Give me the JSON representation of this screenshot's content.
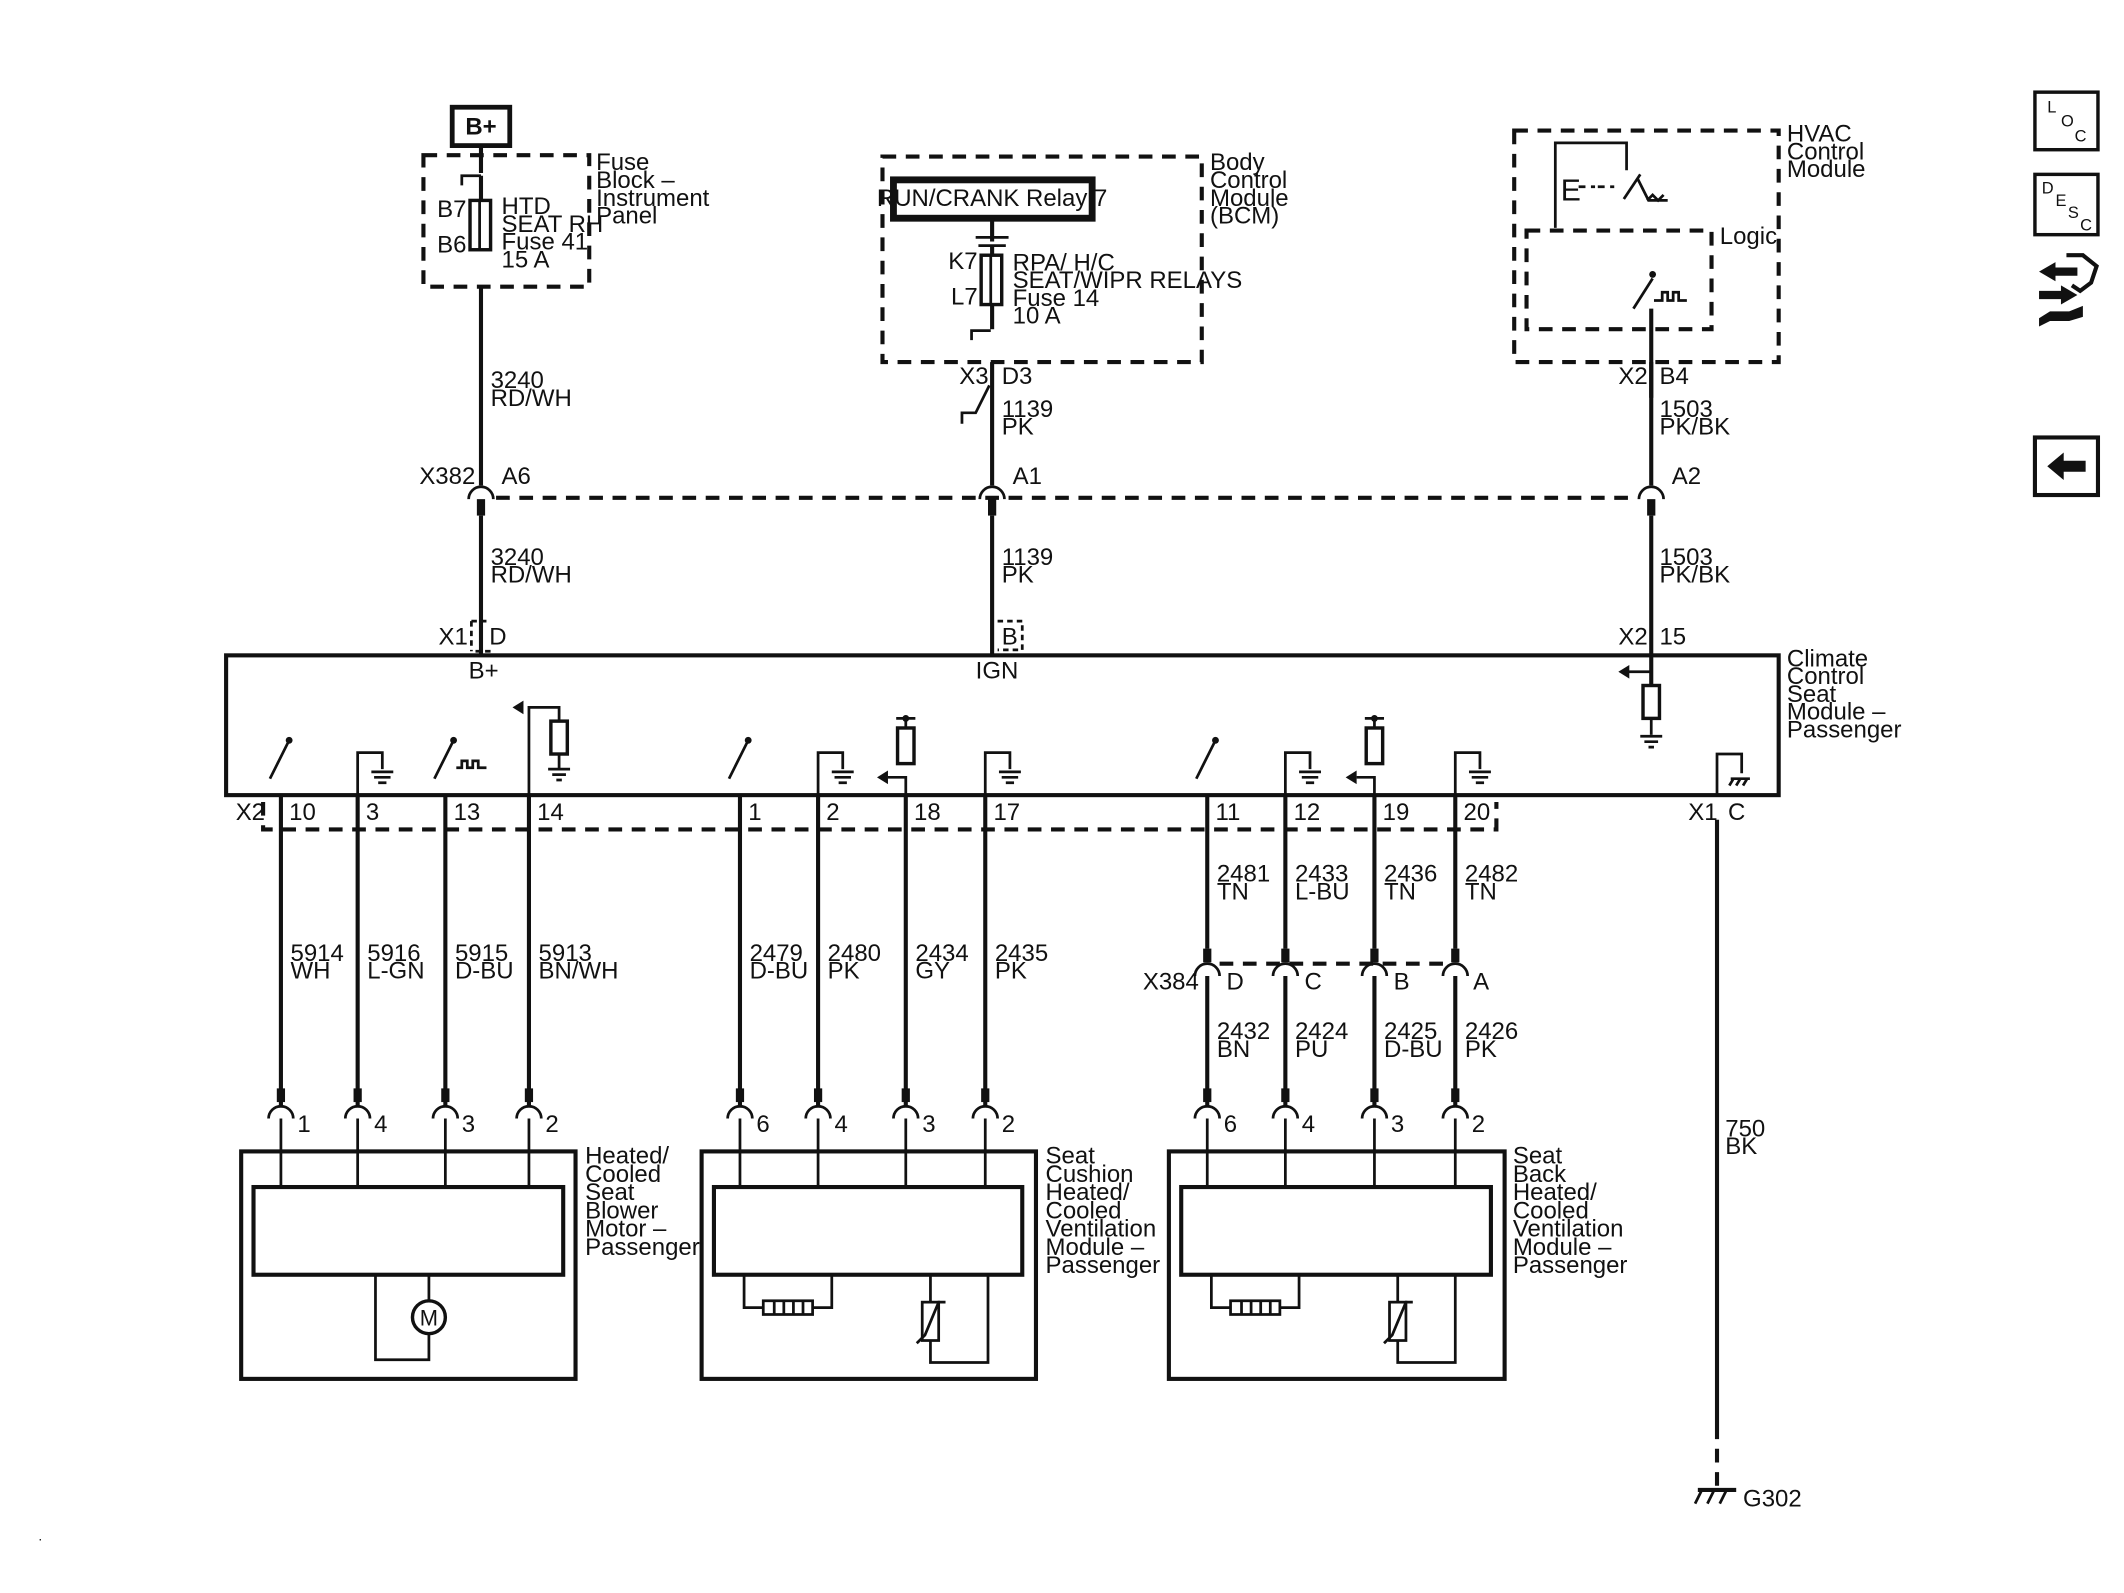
{
  "top": {
    "bplus": "B+",
    "fuse_block": [
      "Fuse",
      "Block –",
      "Instrument",
      "Panel"
    ],
    "fuse_pins": [
      "B7",
      "B6"
    ],
    "fuse_name": [
      "HTD",
      "SEAT RH",
      "Fuse 41",
      "15 A"
    ],
    "bcm": [
      "Body",
      "Control",
      "Module",
      "(BCM)"
    ],
    "relay": "RUN/CRANK Relay 7",
    "bcm_pins": [
      "K7",
      "L7"
    ],
    "bcm_fuse": [
      "RPA/ H/C",
      "SEAT/WIPR RELAYS",
      "Fuse 14",
      "10 A"
    ],
    "bcm_conn": [
      "X3",
      "D3"
    ],
    "hvac": [
      "HVAC",
      "Control",
      "Module"
    ],
    "hvac_logic": "Logic",
    "hvac_conn": [
      "X2",
      "B4"
    ]
  },
  "wires_top": {
    "w3240": [
      "3240",
      "RD/WH"
    ],
    "w1139": [
      "1139",
      "PK"
    ],
    "w1503": [
      "1503",
      "PK/BK"
    ]
  },
  "x382": {
    "name": "X382",
    "pins": [
      "A6",
      "A1",
      "A2"
    ]
  },
  "module": {
    "name": [
      "Climate",
      "Control",
      "Seat",
      "Module –",
      "Passenger"
    ],
    "x1_label": "X1",
    "x1_pins": [
      "D",
      "B"
    ],
    "x2_label": "X2",
    "x2_pin15": "15",
    "bplus": "B+",
    "ign": "IGN",
    "bottom_x2": "X2",
    "bottom_pins": [
      "10",
      "3",
      "13",
      "14",
      "1",
      "2",
      "18",
      "17",
      "11",
      "12",
      "19",
      "20"
    ],
    "bottom_x1": "X1",
    "bottom_x1_pin": "C"
  },
  "wires_mid": [
    [
      "5914",
      "WH"
    ],
    [
      "5916",
      "L-GN"
    ],
    [
      "5915",
      "D-BU"
    ],
    [
      "5913",
      "BN/WH"
    ],
    [
      "2479",
      "D-BU"
    ],
    [
      "2480",
      "PK"
    ],
    [
      "2434",
      "GY"
    ],
    [
      "2435",
      "PK"
    ],
    [
      "2481",
      "TN"
    ],
    [
      "2433",
      "L-BU"
    ],
    [
      "2436",
      "TN"
    ],
    [
      "2482",
      "TN"
    ]
  ],
  "x384": {
    "name": "X384",
    "pins": [
      "D",
      "C",
      "B",
      "A"
    ]
  },
  "wires_low": [
    [
      "2432",
      "BN"
    ],
    [
      "2424",
      "PU"
    ],
    [
      "2425",
      "D-BU"
    ],
    [
      "2426",
      "PK"
    ]
  ],
  "ground": {
    "wire": [
      "750",
      "BK"
    ],
    "name": "G302"
  },
  "comp_pins": [
    "1",
    "4",
    "3",
    "2",
    "6",
    "4",
    "3",
    "2",
    "6",
    "4",
    "3",
    "2"
  ],
  "components": [
    [
      "Heated/",
      "Cooled",
      "Seat",
      "Blower",
      "Motor –",
      "Passenger"
    ],
    [
      "Seat",
      "Cushion",
      "Heated/",
      "Cooled",
      "Ventilation",
      "Module –",
      "Passenger"
    ],
    [
      "Seat",
      "Back",
      "Heated/",
      "Cooled",
      "Ventilation",
      "Module –",
      "Passenger"
    ]
  ],
  "motor_symbol": "M",
  "nav": {
    "loc": [
      "L",
      "O",
      "C"
    ],
    "desc": [
      "D",
      "E",
      "S",
      "C"
    ],
    "buttons": [
      "loc-button",
      "desc-button",
      "connector-end-view-button",
      "back-arrow-button"
    ]
  },
  "colors": {
    "ink": "#111111",
    "background": "#ffffff"
  }
}
